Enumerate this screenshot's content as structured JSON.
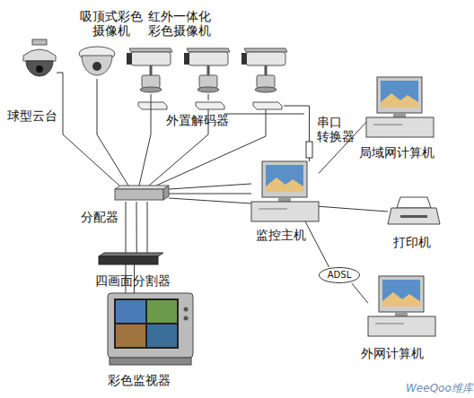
{
  "diagram": {
    "nodes": [
      {
        "text": [
          "球型云台"
        ]
      },
      {
        "text": [
          "吸顶式彩色 摄像机"
        ]
      },
      {
        "text": [
          "红外一体化 彩色摄像机"
        ]
      },
      {
        "text": [
          "外置解码器"
        ]
      },
      {
        "text": [
          "串口 转换器"
        ]
      },
      {
        "text": [
          "局域网计算机"
        ]
      },
      {
        "text": [
          "分配器"
        ]
      },
      {
        "text": [
          "监控主机"
        ]
      },
      {
        "text": [
          "打印机"
        ]
      },
      {
        "text": [
          "四画面分割器"
        ]
      },
      {
        "text": [
          "彩色监视器"
        ]
      },
      {
        "text": [
          "ADSL"
        ]
      },
      {
        "text": [
          "外网计算机"
        ]
      }
    ],
    "edges": [
      {
        "from": 0,
        "to": 6,
        "arrow": "none"
      },
      {
        "from": 1,
        "to": 6,
        "arrow": "none"
      },
      {
        "from": 2,
        "to": 6,
        "arrow": "none"
      },
      {
        "from": 2,
        "to": 3,
        "arrow": "none"
      },
      {
        "from": 3,
        "to": 4,
        "arrow": "none"
      },
      {
        "from": 4,
        "to": 7,
        "arrow": "none"
      },
      {
        "from": 6,
        "to": 7,
        "arrow": "none"
      },
      {
        "from": 6,
        "to": 9,
        "arrow": "none"
      },
      {
        "from": 9,
        "to": 10,
        "arrow": "none"
      },
      {
        "from": 7,
        "to": 5,
        "arrow": "none"
      },
      {
        "from": 7,
        "to": 8,
        "arrow": "none"
      },
      {
        "from": 7,
        "to": 11,
        "arrow": "none"
      },
      {
        "from": 11,
        "to": 12,
        "arrow": "none"
      }
    ],
    "labels": [
      "WeeQoo维库"
    ]
  }
}
